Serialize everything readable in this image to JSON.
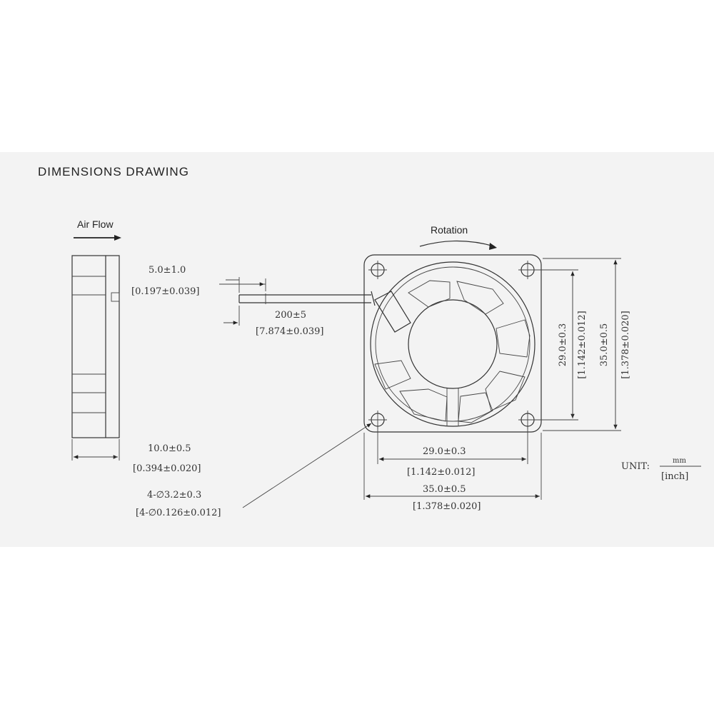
{
  "title": "DIMENSIONS DRAWING",
  "labels": {
    "air_flow": "Air Flow",
    "rotation": "Rotation"
  },
  "dimensions": {
    "lead_strip_mm": "5.0±1.0",
    "lead_strip_inch": "[0.197±0.039]",
    "lead_length_mm": "200±5",
    "lead_length_inch": "[7.874±0.039]",
    "thickness_mm": "10.0±0.5",
    "thickness_inch": "[0.394±0.020]",
    "hole_mm": "4-∅3.2±0.3",
    "hole_inch": "[4-∅0.126±0.012]",
    "hole_pitch_h_mm": "29.0±0.3",
    "hole_pitch_h_inch": "[1.142±0.012]",
    "width_mm": "35.0±0.5",
    "width_inch": "[1.378±0.020]",
    "hole_pitch_v_mm": "29.0±0.3",
    "hole_pitch_v_inch": "[1.142±0.012]",
    "height_mm": "35.0±0.5",
    "height_inch": "[1.378±0.020]"
  },
  "unit": {
    "label": "UNIT:",
    "top": "mm",
    "bottom": "[inch]"
  }
}
